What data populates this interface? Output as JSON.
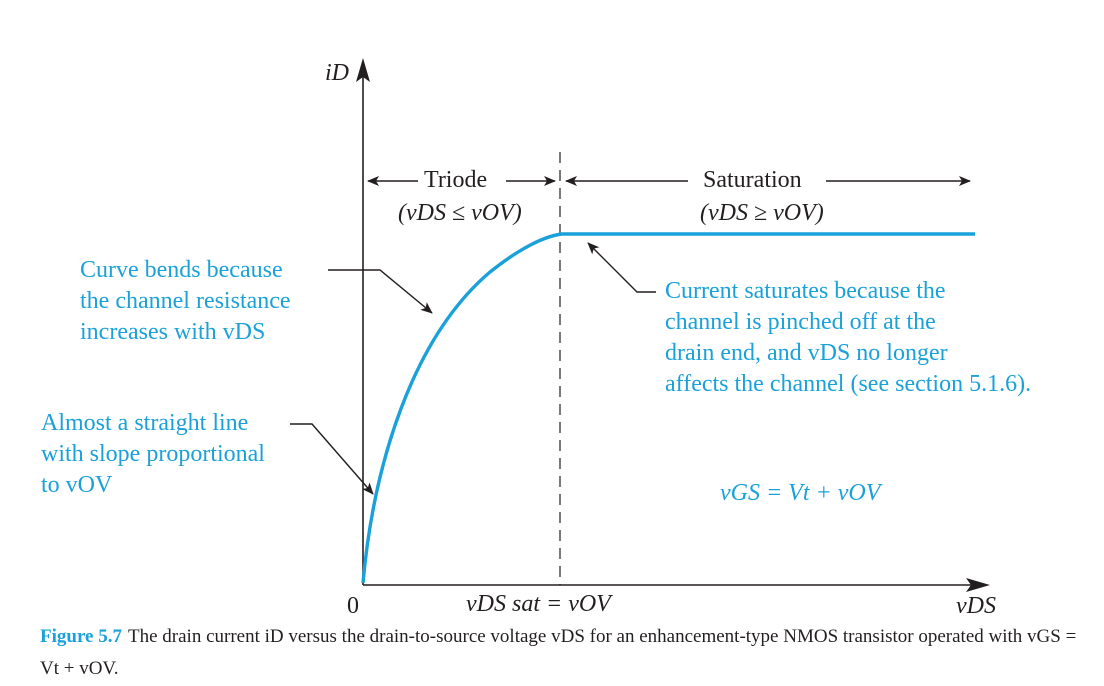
{
  "colors": {
    "curve": "#1ba1d9",
    "annotation_text": "#1ba1d9",
    "ink": "#231f20"
  },
  "axes": {
    "y_label": "iD",
    "x_label": "vDS",
    "origin_label": "0",
    "x_tick_label": "vDS sat = vOV"
  },
  "regions": {
    "triode": {
      "name": "Triode",
      "condition": "(vDS ≤ vOV)"
    },
    "saturation": {
      "name": "Saturation",
      "condition": "(vDS ≥ vOV)"
    }
  },
  "annotations": {
    "curve_bends": [
      "Curve bends because",
      "the channel resistance",
      "increases with vDS"
    ],
    "straight_line": [
      "Almost a straight line",
      "with slope proportional",
      "to vOV"
    ],
    "saturates": [
      "Current saturates because the",
      "channel is pinched off at the",
      "drain end, and vDS no longer",
      "affects the channel (see section 5.1.6)."
    ],
    "condition_eq": "vGS = Vt + vOV"
  },
  "caption": {
    "figure_number": "Figure 5.7",
    "text": "The drain current iD versus the drain-to-source voltage vDS for an enhancement-type NMOS transistor operated with vGS = Vt + vOV."
  }
}
